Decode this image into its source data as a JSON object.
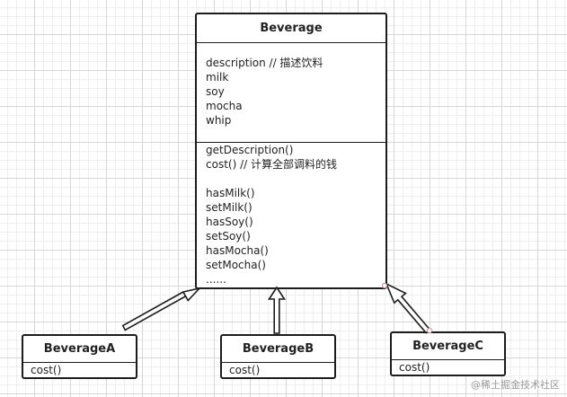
{
  "diagram": {
    "parent": {
      "name": "Beverage",
      "attributes": [
        "description // 描述饮料",
        "milk",
        "soy",
        "mocha",
        "whip"
      ],
      "methods": [
        "getDescription()",
        "cost() // 计算全部调料的钱",
        "",
        "hasMilk()",
        "setMilk()",
        "hasSoy()",
        "setSoy()",
        "hasMocha()",
        "setMocha()",
        "......"
      ]
    },
    "children": [
      {
        "name": "BeverageA",
        "methods": [
          "cost()"
        ]
      },
      {
        "name": "BeverageB",
        "methods": [
          "cost()"
        ]
      },
      {
        "name": "BeverageC",
        "methods": [
          "cost()"
        ]
      }
    ],
    "relationship": "inheritance"
  },
  "watermark": "@稀土掘金技术社区",
  "colors": {
    "stroke": "#1c1c1c",
    "box_fill": "#ffffff",
    "grid": "#d6d6d6",
    "endpoint_dot": "#c9a0a8"
  }
}
